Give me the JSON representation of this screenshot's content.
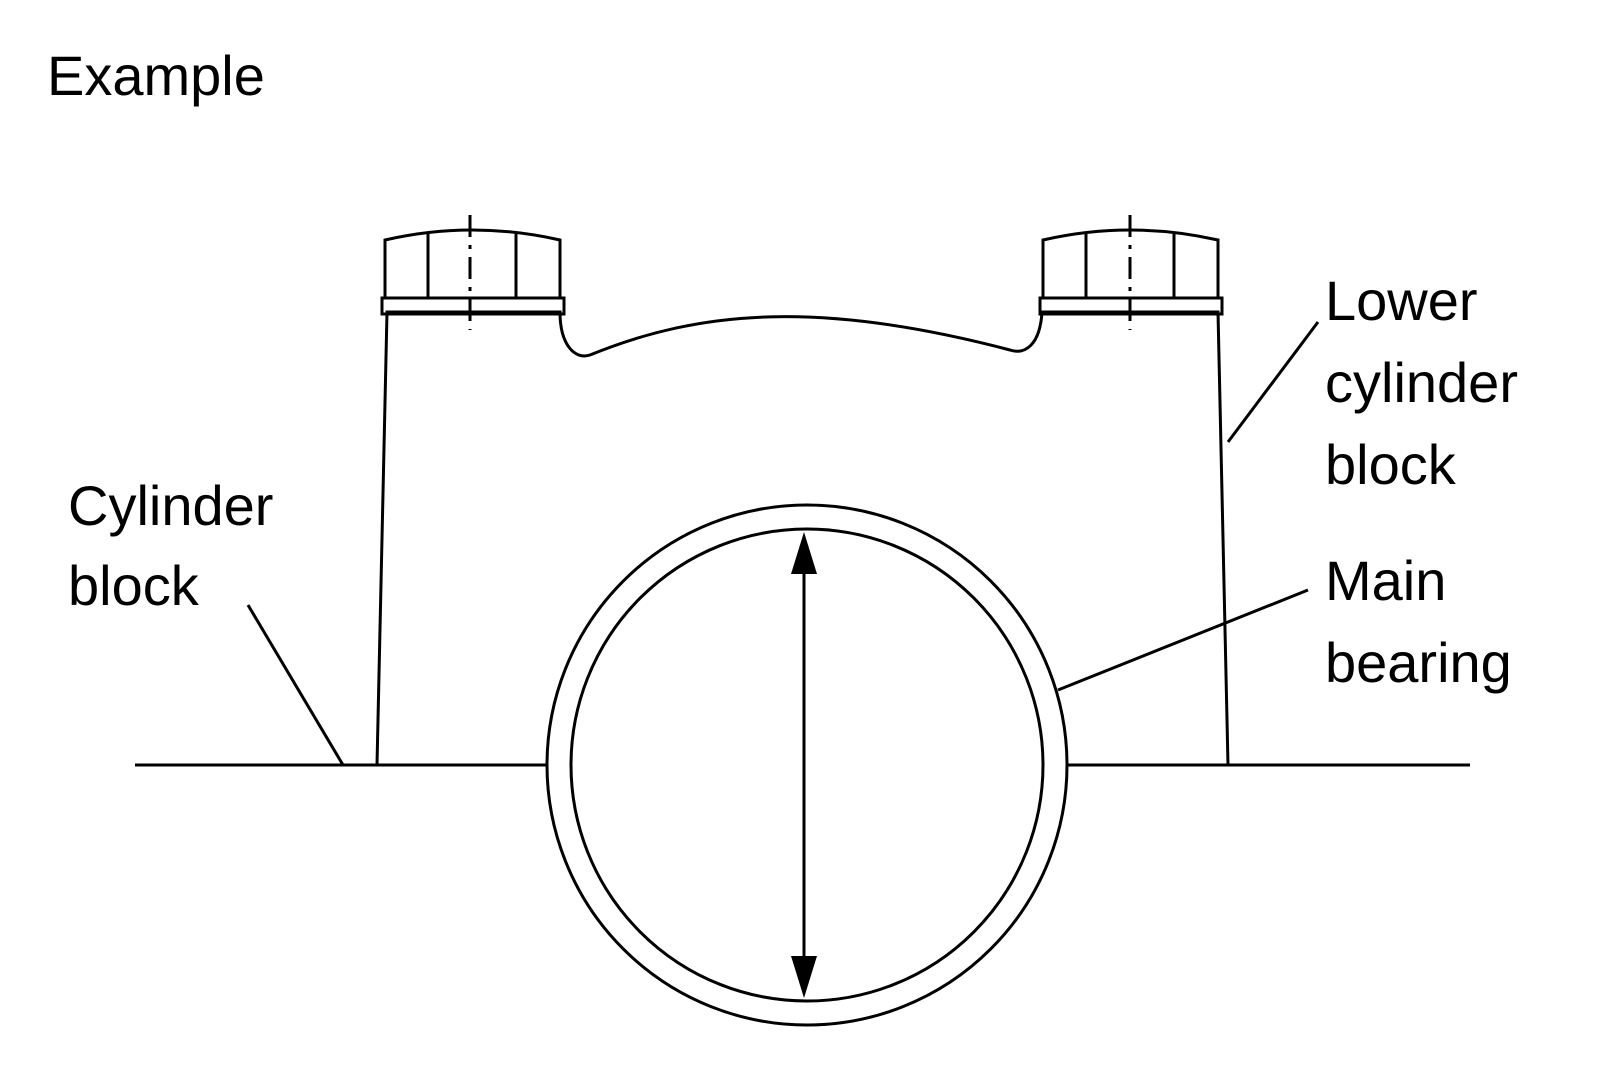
{
  "diagram": {
    "title": "Example",
    "labels": {
      "cylinder_block": [
        "Cylinder",
        "block"
      ],
      "lower_cylinder_block": [
        "Lower",
        "cylinder",
        "block"
      ],
      "main_bearing": [
        "Main",
        "bearing"
      ]
    }
  }
}
